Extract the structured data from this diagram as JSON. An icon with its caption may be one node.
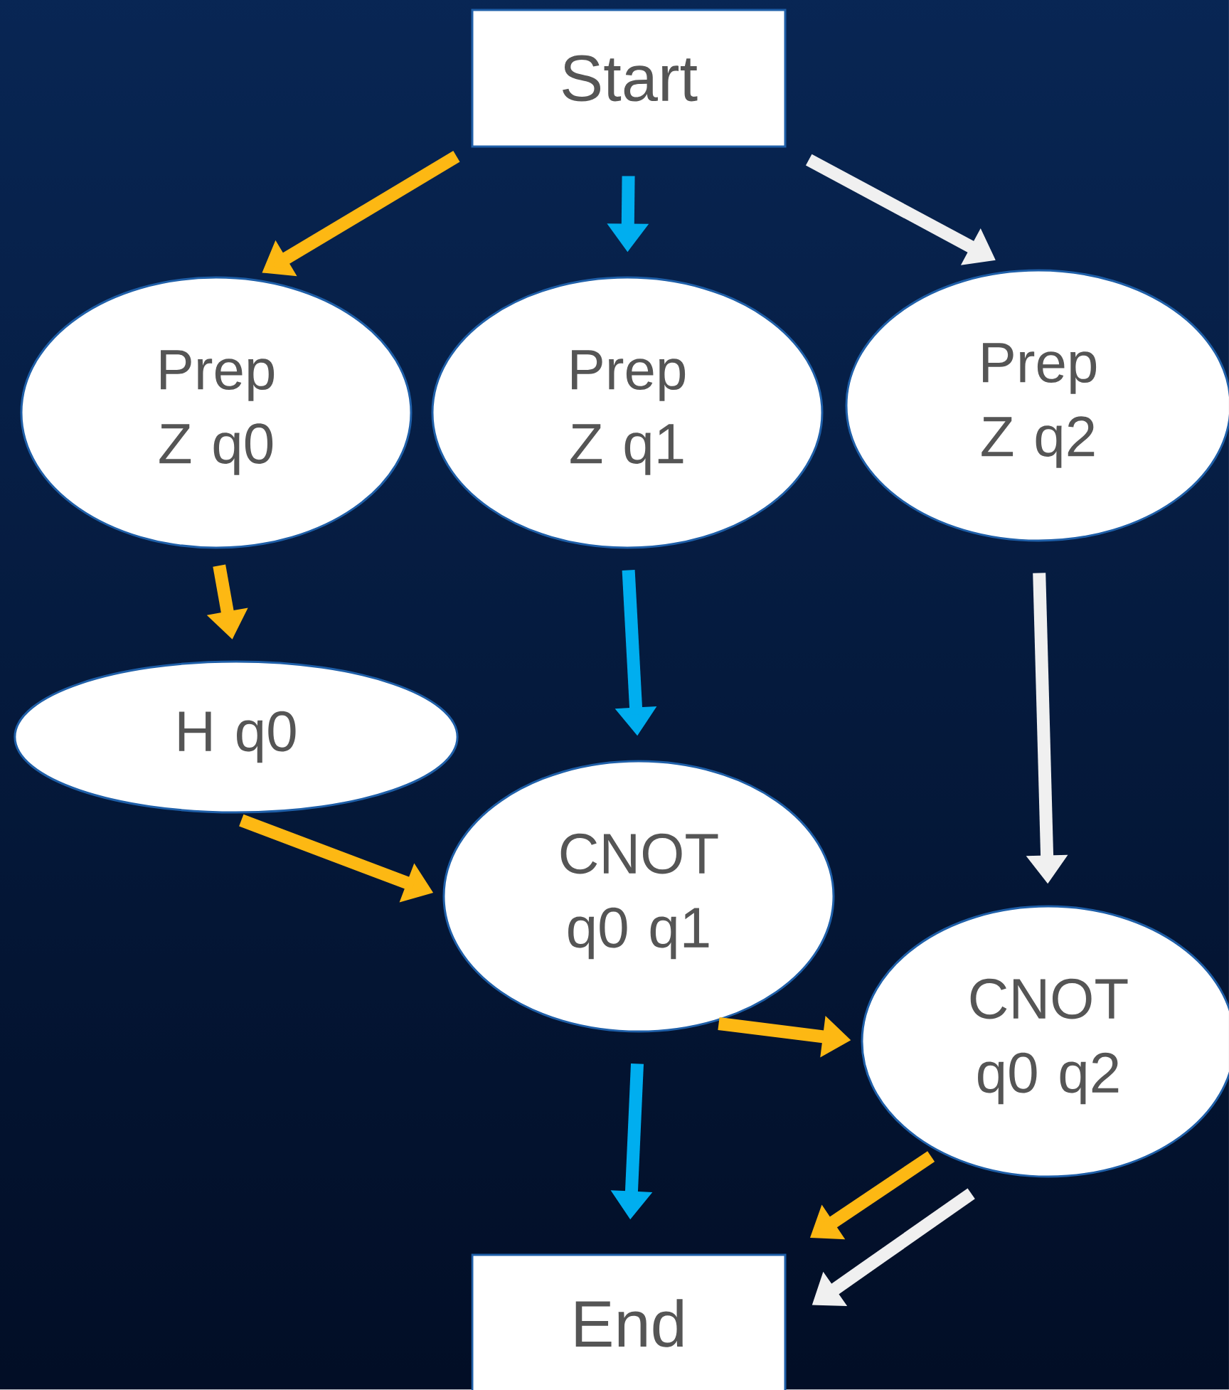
{
  "diagram": {
    "nodes": [
      {
        "text": [
          "Start"
        ]
      },
      {
        "text": [
          "Prep Z q0"
        ]
      },
      {
        "text": [
          "Prep Z q1"
        ]
      },
      {
        "text": [
          "Prep Z q2"
        ]
      },
      {
        "text": [
          "H q0"
        ]
      },
      {
        "text": [
          "CNOT q0 q1"
        ]
      },
      {
        "text": [
          "CNOT q0 q2"
        ]
      },
      {
        "text": [
          "End"
        ]
      }
    ],
    "edges": [
      {
        "from": 0,
        "to": 1,
        "arrow": "to",
        "color": "#fdb813"
      },
      {
        "from": 0,
        "to": 2,
        "arrow": "to",
        "color": "#00aeef"
      },
      {
        "from": 0,
        "to": 3,
        "arrow": "to",
        "color": "#f0f0f0"
      },
      {
        "from": 1,
        "to": 4,
        "arrow": "to",
        "color": "#fdb813"
      },
      {
        "from": 2,
        "to": 5,
        "arrow": "to",
        "color": "#00aeef"
      },
      {
        "from": 3,
        "to": 6,
        "arrow": "to",
        "color": "#f0f0f0"
      },
      {
        "from": 4,
        "to": 5,
        "arrow": "to",
        "color": "#fdb813"
      },
      {
        "from": 5,
        "to": 6,
        "arrow": "to",
        "color": "#fdb813"
      },
      {
        "from": 5,
        "to": 7,
        "arrow": "to",
        "color": "#00aeef"
      },
      {
        "from": 6,
        "to": 7,
        "arrow": "to",
        "color": "#fdb813"
      },
      {
        "from": 6,
        "to": 7,
        "arrow": "to",
        "color": "#f0f0f0"
      }
    ]
  }
}
